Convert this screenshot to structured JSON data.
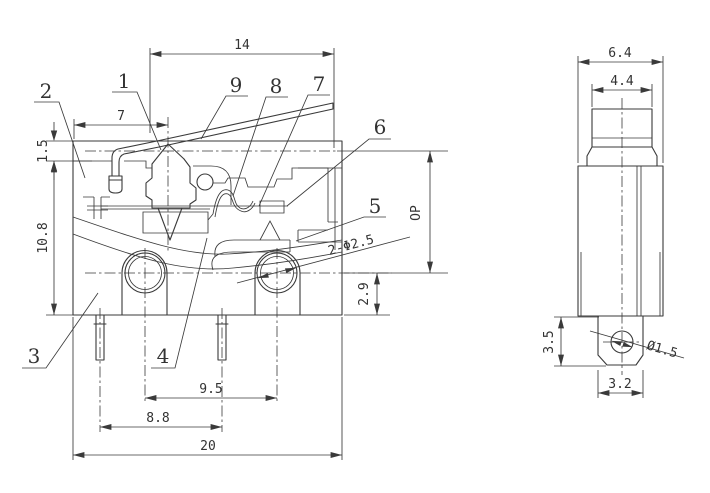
{
  "drawing": {
    "kind": "engineering dimension drawing",
    "component": "subminiature micro switch with hinge lever, front view and side view",
    "line_color": "#3a3a3a",
    "background": "#ffffff"
  },
  "front_view": {
    "dims": {
      "lever_length": "14",
      "plunger_to_left": "7",
      "top_step": "1.5",
      "body_height": "10.8",
      "op": "OP",
      "hole_callout": "2-Φ2.5",
      "center_to_bottom": "2.9",
      "hole_pitch": "9.5",
      "pin_pitch": "8.8",
      "body_width": "20"
    },
    "labels": {
      "n1": "1",
      "n2": "2",
      "n3": "3",
      "n4": "4",
      "n5": "5",
      "n6": "6",
      "n7": "7",
      "n8": "8",
      "n9": "9"
    }
  },
  "side_view": {
    "dims": {
      "body_depth": "6.4",
      "plunger_depth": "4.4",
      "tab_height": "3.5",
      "tab_width": "3.2",
      "tab_hole": "Ø1.5"
    }
  }
}
